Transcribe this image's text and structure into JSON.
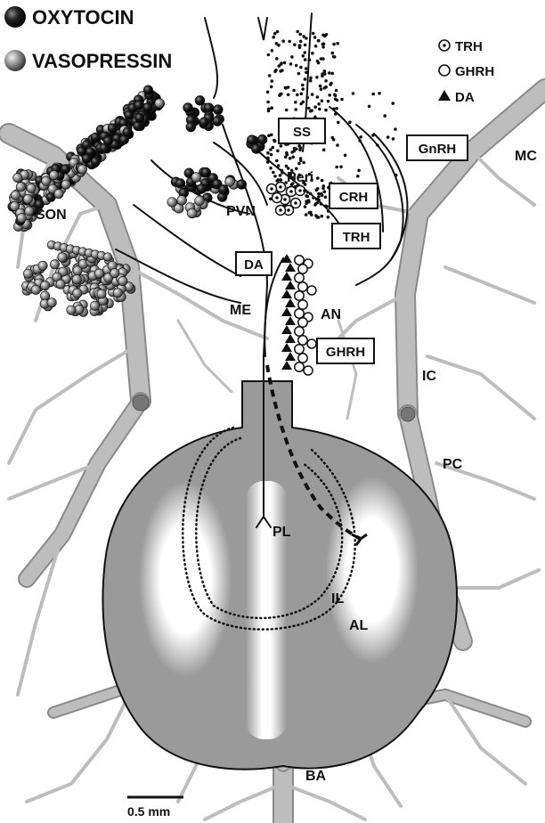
{
  "legend": {
    "oxytocin": "OXYTOCIN",
    "vasopressin": "VASOPRESSIN",
    "trh": "TRH",
    "ghrh": "GHRH",
    "da": "DA",
    "trh_symbol": "dotted-circle",
    "ghrh_symbol": "open-circle",
    "da_symbol": "filled-triangle"
  },
  "boxed_labels": {
    "ss": "SS",
    "gnrh": "GnRH",
    "crh": "CRH",
    "trh": "TRH",
    "da": "DA",
    "ghrh": "GHRH"
  },
  "labels": {
    "son": "SON",
    "pvn": "PVN",
    "peri": "Peri",
    "me": "ME",
    "an": "AN",
    "ic": "IC",
    "pc": "PC",
    "mc": "MC",
    "pl": "PL",
    "il": "IL",
    "al": "AL",
    "ba": "BA"
  },
  "scale_bar": {
    "label": "0.5 mm"
  },
  "colors": {
    "oxytocin": "#1a1a1a",
    "vasopressin": "#8c8c8c",
    "pituitary": "#9a9a9a",
    "vessel": "#bdbdbd",
    "ink": "#111111"
  }
}
